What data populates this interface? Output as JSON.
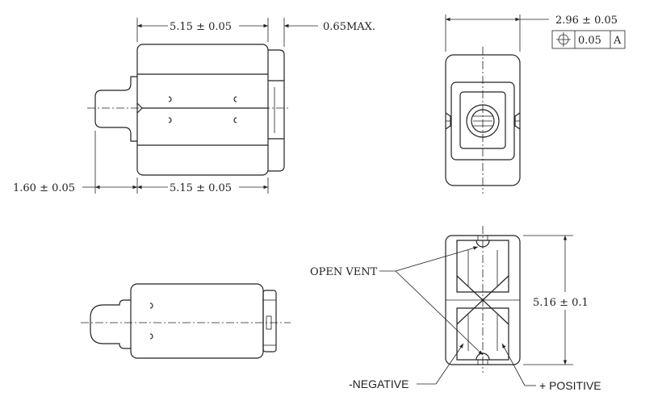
{
  "drawing": {
    "dims": {
      "top_length": "5.15 ± 0.05",
      "cap_max": "0.65MAX.",
      "tip_length": "1.60 ± 0.05",
      "bottom_length": "5.15 ± 0.05",
      "width": "2.96 ± 0.05",
      "tol_value": "0.05",
      "tol_datum": "A",
      "height": "5.16 ± 0.1"
    },
    "labels": {
      "open_vent": "OPEN VENT",
      "negative": "-NEGATIVE",
      "positive": "+ POSITIVE"
    }
  }
}
